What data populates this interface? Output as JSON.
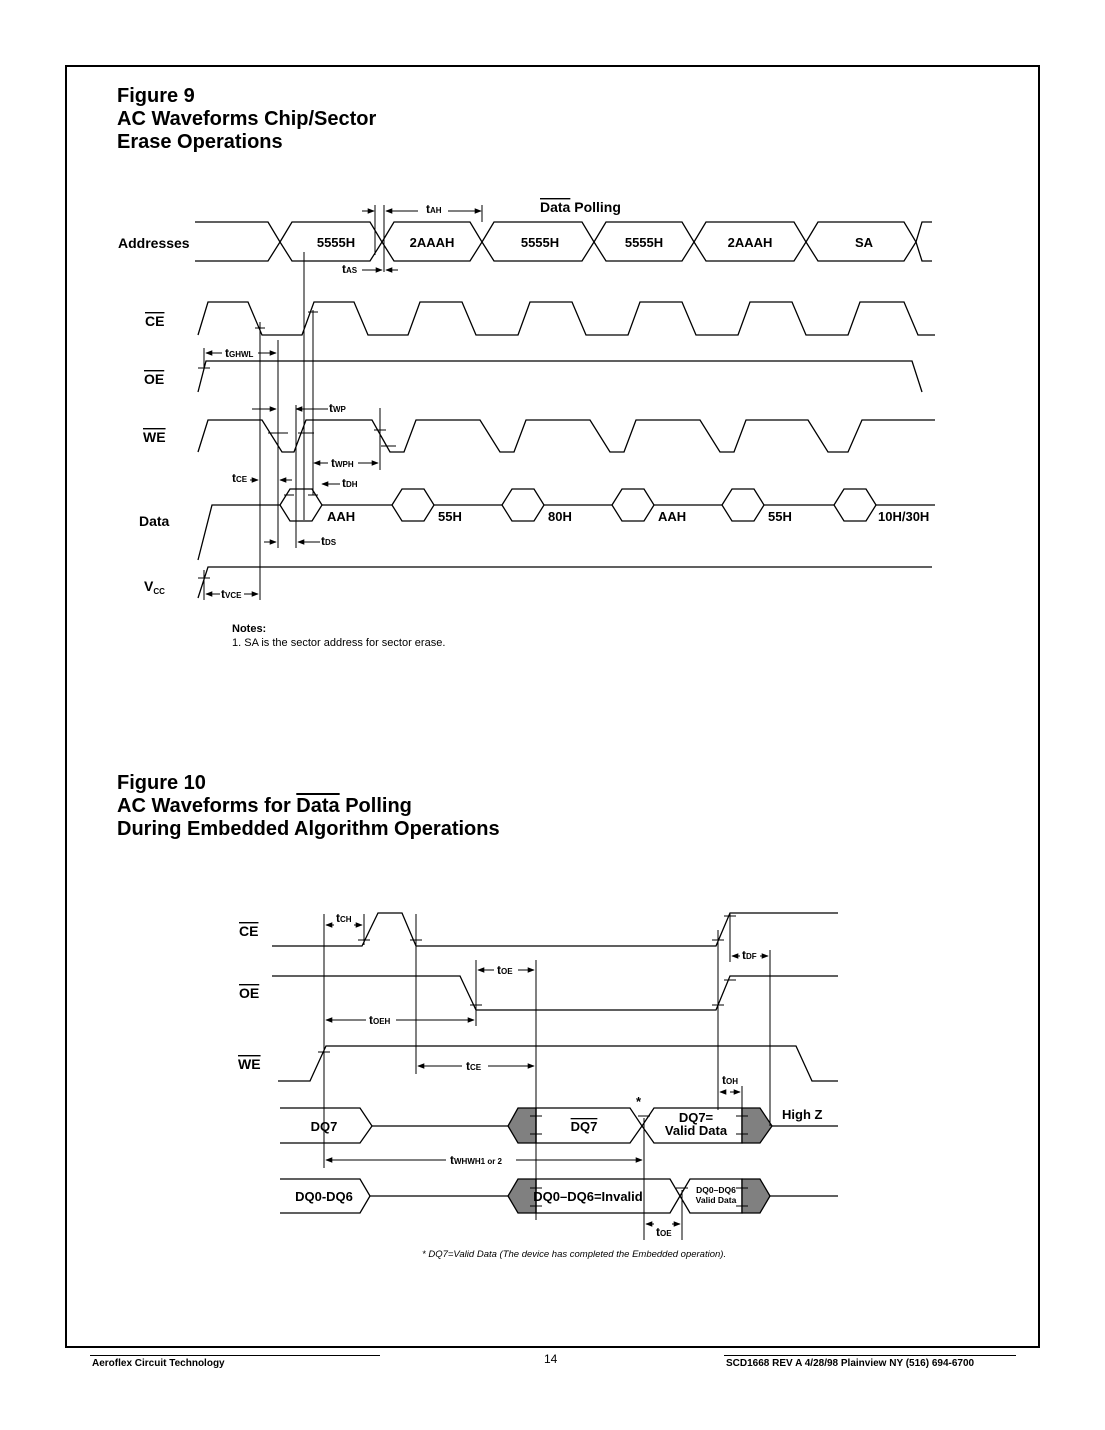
{
  "figure9": {
    "title_line1": "Figure 9",
    "title_line2": "AC Waveforms Chip/Sector",
    "title_line3": "Erase Operations",
    "polling_label_over": "Data",
    "polling_label_rest": " Polling",
    "signals": {
      "addresses": "Addresses",
      "ce": "CE",
      "oe": "OE",
      "we": "WE",
      "data": "Data",
      "vcc_main": "V",
      "vcc_sub": "CC"
    },
    "address_values": [
      "5555H",
      "2AAAH",
      "5555H",
      "5555H",
      "2AAAH",
      "SA"
    ],
    "data_values": [
      "AAH",
      "55H",
      "80H",
      "AAH",
      "55H",
      "10H/30H"
    ],
    "timing": {
      "t": "t",
      "ah": "AH",
      "as": "AS",
      "ghwl": "GHWL",
      "wp": "WP",
      "wph": "WPH",
      "ce": "CE",
      "dh": "DH",
      "ds": "DS",
      "vce": "VCE"
    },
    "notes_title": "Notes:",
    "notes_text": "1. SA is the sector address for sector erase."
  },
  "figure10": {
    "title_line1": "Figure 10",
    "title_line2_pre": "AC Waveforms for ",
    "title_line2_over": "Data",
    "title_line2_post": " Polling",
    "title_line3": "During Embedded Algorithm Operations",
    "signals": {
      "ce": "CE",
      "oe": "OE",
      "we": "WE"
    },
    "bus": {
      "dq7": "DQ7",
      "dq7_bar": "DQ7",
      "dq7_valid_1": "DQ7=",
      "dq7_valid_2": "Valid Data",
      "high_z": "High Z",
      "star": "*",
      "dq0_dq6": "DQ0-DQ6",
      "dq0_dq6_invalid": "DQ0–DQ6=Invalid",
      "dq0_dq6_valid_1": "DQ0–DQ6",
      "dq0_dq6_valid_2": "Valid Data"
    },
    "timing": {
      "t": "t",
      "ch": "CH",
      "oe": "OE",
      "oeh": "OEH",
      "ce": "CE",
      "df": "DF",
      "oh": "OH",
      "whwh": "WHWH1 or 2"
    },
    "footnote": "* DQ7=Valid Data (The device has completed the Embedded operation)."
  },
  "footer": {
    "company": "Aeroflex Circuit Technology",
    "page": "14",
    "doc": "SCD1668 REV A  4/28/98    Plainview NY (516) 694-6700"
  },
  "colors": {
    "shade": "#808080",
    "line": "#000000"
  }
}
